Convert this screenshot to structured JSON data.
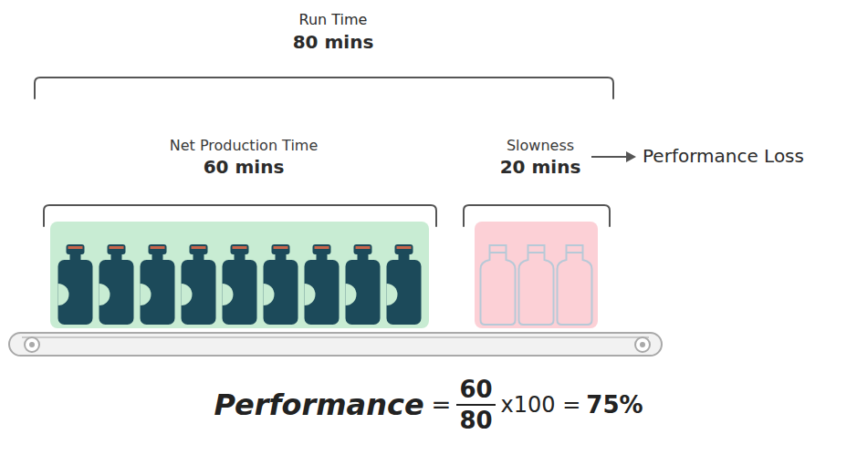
{
  "diagram": {
    "nodes": [
      {
        "text": [
          "Net Production Time",
          "60 mins"
        ]
      },
      {
        "text": [
          "Slowness",
          "20 mins"
        ]
      }
    ],
    "labels": [
      "Run Time",
      "80 mins",
      "Performance Loss",
      "Performance",
      "=",
      "60",
      "80",
      "x100 =",
      "75%"
    ]
  }
}
